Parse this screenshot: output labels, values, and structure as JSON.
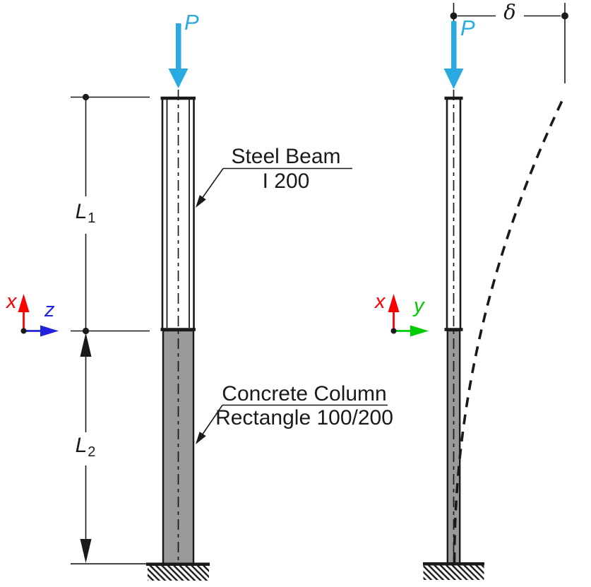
{
  "left_view": {
    "load_label": "P",
    "length_upper": {
      "base": "L",
      "sub": "1"
    },
    "length_lower": {
      "base": "L",
      "sub": "2"
    },
    "axes": {
      "vertical": "x",
      "horizontal": "z"
    },
    "beam_callout": {
      "line1": "Steel Beam",
      "line2": "I 200"
    },
    "column_callout": {
      "line1": "Concrete Column",
      "line2": "Rectangle 100/200"
    }
  },
  "right_view": {
    "load_label": "P",
    "deflection_label": "δ",
    "axes": {
      "vertical": "x",
      "horizontal": "y"
    }
  },
  "colors": {
    "load_arrow": "#29ABE2",
    "axis_x": "#FA0000",
    "axis_z": "#2222DD",
    "axis_y": "#00CC00",
    "concrete_fill": "#9A9A9A",
    "linework": "#1A1A1A"
  }
}
